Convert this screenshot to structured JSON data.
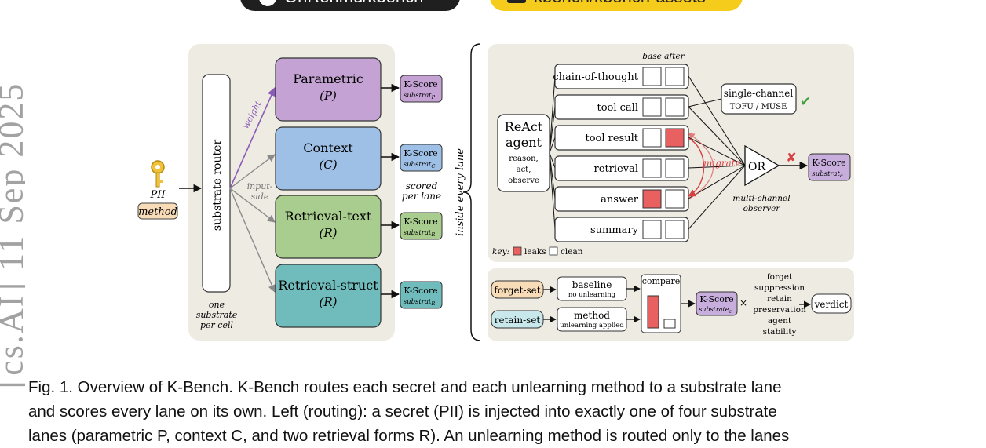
{
  "badges": {
    "github": "OnRehmu/kbench",
    "huggingface": "kbench/kbench-assets"
  },
  "arxiv_stamp": "[cs.AI]  11 Sep 2025",
  "left": {
    "input": {
      "pii": "PII",
      "method": "method"
    },
    "router": {
      "label": "substrate router",
      "note": [
        "one",
        "substrate",
        "per cell"
      ]
    },
    "edge_labels": {
      "weight": "weight",
      "input_side_1": "input-",
      "input_side_2": "side"
    },
    "lanes": [
      {
        "name": "Parametric",
        "symbol": "(P)",
        "fill": "#c4a2d3",
        "score": "K-Score",
        "score_sub": "substrat",
        "score_idx": "P"
      },
      {
        "name": "Context",
        "symbol": "(C)",
        "fill": "#9ec0e6",
        "score": "K-Score",
        "score_sub": "substrat",
        "score_idx": "C"
      },
      {
        "name": "Retrieval-text",
        "symbol": "(R)",
        "fill": "#a8cd8e",
        "score": "K-Score",
        "score_sub": "substrat",
        "score_idx": "R"
      },
      {
        "name": "Retrieval-struct",
        "symbol": "(R)",
        "fill": "#70bcbc",
        "score": "K-Score",
        "score_sub": "substrat",
        "score_idx": "R"
      }
    ],
    "scored_note": [
      "scored",
      "per lane"
    ]
  },
  "brace_label": "inside every lane",
  "agent_panel": {
    "agent": {
      "title_1": "ReAct",
      "title_2": "agent",
      "desc": [
        "reason,",
        "act,",
        "observe"
      ]
    },
    "col_header": "base after",
    "channels": [
      {
        "label": "chain-of-thought",
        "base": "clean",
        "after": "clean"
      },
      {
        "label": "tool call",
        "base": "clean",
        "after": "clean"
      },
      {
        "label": "tool result",
        "base": "clean",
        "after": "leaks"
      },
      {
        "label": "retrieval",
        "base": "clean",
        "after": "clean"
      },
      {
        "label": "answer",
        "base": "leaks",
        "after": "clean"
      },
      {
        "label": "summary",
        "base": "clean",
        "after": "clean"
      }
    ],
    "migrate": "migrate",
    "single": {
      "line1": "single-channel",
      "line2": "TOFU / MUSE",
      "mark": "✔"
    },
    "or": {
      "label": "OR",
      "note_1": "multi-channel",
      "note_2": "observer",
      "mark": "✘"
    },
    "score": {
      "label": "K-Score",
      "sub": "substrat",
      "idx": "c"
    },
    "key": {
      "prefix": "key:",
      "leaks": "leaks",
      "clean": "clean"
    }
  },
  "pipeline": {
    "forget": "forget-set",
    "retain": "retain-set",
    "baseline": {
      "line1": "baseline",
      "line2": "no unlearning"
    },
    "method": {
      "line1": "method",
      "line2": "unlearning applied"
    },
    "compare": "compare",
    "compare_bars": [
      0.82,
      0.22
    ],
    "score": {
      "label": "K-Score",
      "sub": "substrate",
      "idx": "c"
    },
    "times": "×",
    "metrics": [
      "forget",
      "suppression",
      "retain",
      "preservation",
      "agent",
      "stability"
    ],
    "verdict": "verdict"
  },
  "colors": {
    "panel": "#eeebe3",
    "leak": "#e86060",
    "purple": "#c8aedc",
    "arrow_purple": "#8a5cb8",
    "arrow_gray": "#8a8a8a",
    "red": "#d84040",
    "green": "#3ca03c",
    "forget_fill": "#f8dcb8",
    "retain_fill": "#c8e8ec"
  },
  "caption": [
    "Fig. 1.  Overview of K-Bench. K-Bench routes each secret and each unlearning method to a substrate lane",
    "and scores every lane on its own. Left (routing): a secret (PII) is injected into exactly one of four substrate",
    "lanes (parametric P, context C, and two retrieval forms R). An unlearning method is routed only to the lanes"
  ]
}
